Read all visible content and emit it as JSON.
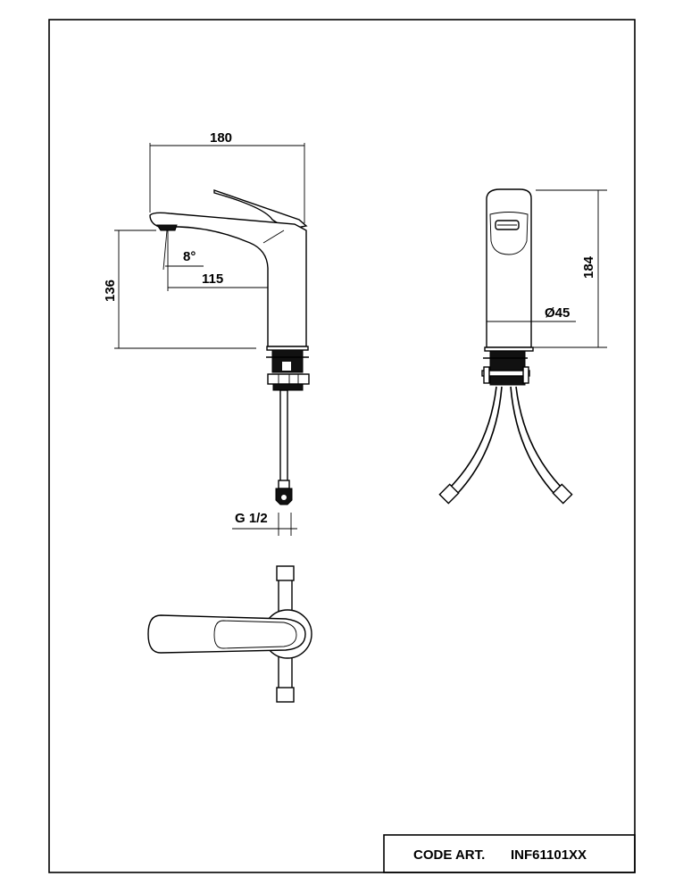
{
  "dimensions": {
    "overall_length": "180",
    "spout_height": "136",
    "spout_angle": "8°",
    "spout_reach": "115",
    "total_height": "184",
    "body_diameter": "Ø45",
    "connection_thread": "G 1/2"
  },
  "title_block": {
    "code_label": "CODE ART.",
    "code_value": "INF61101XX"
  }
}
